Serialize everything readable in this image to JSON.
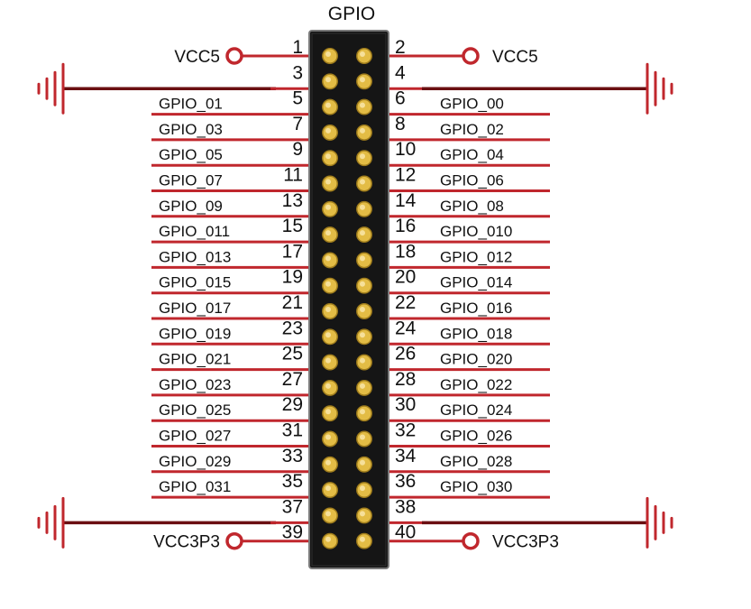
{
  "header": {
    "title": "GPIO"
  },
  "colors": {
    "wire": "#c0272d",
    "ground_bar": "#6b0f12",
    "connector_body": "#151515",
    "connector_edge": "#7a7a7a",
    "pin_gold": "#e3bc45",
    "pin_shadow": "#a07d1c",
    "text": "#111111"
  },
  "rows": [
    {
      "left_pin": "1",
      "right_pin": "2",
      "left_label": "VCC5",
      "right_label": "VCC5",
      "left_kind": "power",
      "right_kind": "power"
    },
    {
      "left_pin": "3",
      "right_pin": "4",
      "left_label": "",
      "right_label": "",
      "left_kind": "ground",
      "right_kind": "ground"
    },
    {
      "left_pin": "5",
      "right_pin": "6",
      "left_label": "GPIO_01",
      "right_label": "GPIO_00",
      "left_kind": "signal",
      "right_kind": "signal"
    },
    {
      "left_pin": "7",
      "right_pin": "8",
      "left_label": "GPIO_03",
      "right_label": "GPIO_02",
      "left_kind": "signal",
      "right_kind": "signal"
    },
    {
      "left_pin": "9",
      "right_pin": "10",
      "left_label": "GPIO_05",
      "right_label": "GPIO_04",
      "left_kind": "signal",
      "right_kind": "signal"
    },
    {
      "left_pin": "11",
      "right_pin": "12",
      "left_label": "GPIO_07",
      "right_label": "GPIO_06",
      "left_kind": "signal",
      "right_kind": "signal"
    },
    {
      "left_pin": "13",
      "right_pin": "14",
      "left_label": "GPIO_09",
      "right_label": "GPIO_08",
      "left_kind": "signal",
      "right_kind": "signal"
    },
    {
      "left_pin": "15",
      "right_pin": "16",
      "left_label": "GPIO_011",
      "right_label": "GPIO_010",
      "left_kind": "signal",
      "right_kind": "signal"
    },
    {
      "left_pin": "17",
      "right_pin": "18",
      "left_label": "GPIO_013",
      "right_label": "GPIO_012",
      "left_kind": "signal",
      "right_kind": "signal"
    },
    {
      "left_pin": "19",
      "right_pin": "20",
      "left_label": "GPIO_015",
      "right_label": "GPIO_014",
      "left_kind": "signal",
      "right_kind": "signal"
    },
    {
      "left_pin": "21",
      "right_pin": "22",
      "left_label": "GPIO_017",
      "right_label": "GPIO_016",
      "left_kind": "signal",
      "right_kind": "signal"
    },
    {
      "left_pin": "23",
      "right_pin": "24",
      "left_label": "GPIO_019",
      "right_label": "GPIO_018",
      "left_kind": "signal",
      "right_kind": "signal"
    },
    {
      "left_pin": "25",
      "right_pin": "26",
      "left_label": "GPIO_021",
      "right_label": "GPIO_020",
      "left_kind": "signal",
      "right_kind": "signal"
    },
    {
      "left_pin": "27",
      "right_pin": "28",
      "left_label": "GPIO_023",
      "right_label": "GPIO_022",
      "left_kind": "signal",
      "right_kind": "signal"
    },
    {
      "left_pin": "29",
      "right_pin": "30",
      "left_label": "GPIO_025",
      "right_label": "GPIO_024",
      "left_kind": "signal",
      "right_kind": "signal"
    },
    {
      "left_pin": "31",
      "right_pin": "32",
      "left_label": "GPIO_027",
      "right_label": "GPIO_026",
      "left_kind": "signal",
      "right_kind": "signal"
    },
    {
      "left_pin": "33",
      "right_pin": "34",
      "left_label": "GPIO_029",
      "right_label": "GPIO_028",
      "left_kind": "signal",
      "right_kind": "signal"
    },
    {
      "left_pin": "35",
      "right_pin": "36",
      "left_label": "GPIO_031",
      "right_label": "GPIO_030",
      "left_kind": "signal",
      "right_kind": "signal"
    },
    {
      "left_pin": "37",
      "right_pin": "38",
      "left_label": "",
      "right_label": "",
      "left_kind": "ground",
      "right_kind": "ground"
    },
    {
      "left_pin": "39",
      "right_pin": "40",
      "left_label": "VCC3P3",
      "right_label": "VCC3P3",
      "left_kind": "power",
      "right_kind": "power"
    }
  ]
}
